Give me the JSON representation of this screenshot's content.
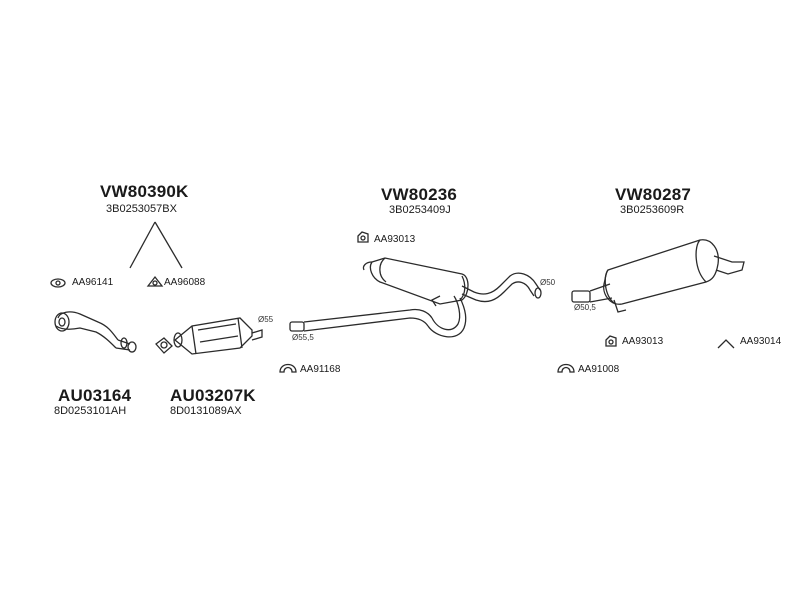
{
  "groups": [
    {
      "code": "VW80390K",
      "oem": "3B0253057BX"
    },
    {
      "code": "VW80236",
      "oem": "3B0253409J"
    },
    {
      "code": "VW80287",
      "oem": "3B0253609R"
    },
    {
      "code": "AU03164",
      "oem": "8D0253101AH"
    },
    {
      "code": "AU03207K",
      "oem": "8D0131089AX"
    }
  ],
  "parts": [
    {
      "id": "AA96141"
    },
    {
      "id": "AA96088"
    },
    {
      "id": "AA93013"
    },
    {
      "id": "AA91168"
    },
    {
      "id": "AA93013"
    },
    {
      "id": "AA93014"
    },
    {
      "id": "AA91008"
    }
  ],
  "dims": [
    "Ø55",
    "Ø55,5",
    "Ø50",
    "Ø50,5"
  ]
}
